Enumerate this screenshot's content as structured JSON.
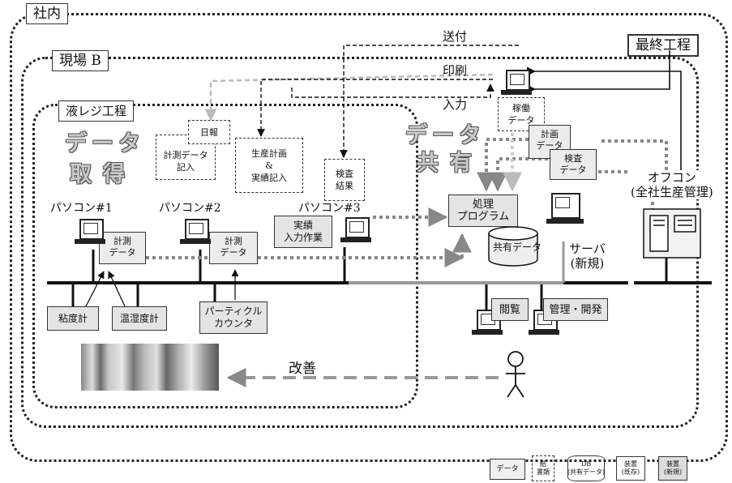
{
  "scopes": {
    "company": "社内",
    "site": "現場 B",
    "process": "液レジ工程",
    "final": "最終工程"
  },
  "big_labels": {
    "acquire_1": "データ",
    "acquire_2": "取得",
    "share_1": "データ",
    "share_2": "共有"
  },
  "pcs": {
    "pc1": "パソコン#1",
    "pc2": "パソコン#2",
    "pc3": "パソコン#3"
  },
  "docs": {
    "nippo": "日報",
    "keisoku_kinyu": "計測データ\n記入",
    "seisan": "生産計画\n&\n実績記入",
    "kensa_kekka": "検査\n結果",
    "keisoku1": "計測\nデータ",
    "keisoku2": "計測\nデータ",
    "kado": "稼働\nデータ",
    "keikaku": "計画\nデータ",
    "kensa": "検査\nデータ"
  },
  "boxes": {
    "jisseki": "実績\n入力作業",
    "shori": "処理\nプログラム",
    "kyoyu": "共有データ",
    "nendo": "粘度計",
    "onshitsudo": "温湿度計",
    "particle": "パーティクル\nカウンタ",
    "etsuran": "閲覧",
    "kanri": "管理・開発"
  },
  "labels": {
    "sofu": "送付",
    "insatsu": "印刷",
    "nyuryoku": "入力",
    "server": "サーバ\n(新規)",
    "offcon": "オフコン\n(全社生産管理)",
    "kaizen": "改善"
  },
  "legend": {
    "data": "データ",
    "paper": "紙\n書類",
    "db": "DB\n(共有データ)",
    "existing": "装置\n(既存)",
    "new": "装置\n(新規)"
  }
}
